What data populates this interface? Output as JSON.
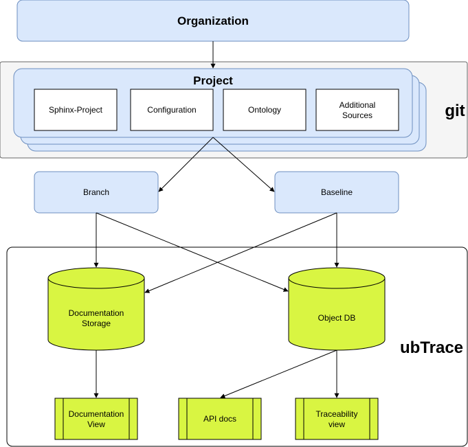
{
  "diagram": {
    "organization": "Organization",
    "git_label": "git",
    "project": {
      "title": "Project",
      "components": [
        "Sphinx-Project",
        "Configuration",
        "Ontology",
        "Additional Sources"
      ]
    },
    "refs": {
      "branch": "Branch",
      "baseline": "Baseline"
    },
    "ubtrace_label": "ubTrace",
    "stores": {
      "documentation_storage": "Documentation Storage",
      "object_db": "Object DB"
    },
    "views": {
      "documentation_view": "Documentation View",
      "api_docs": "API docs",
      "traceability_view": "Traceability view"
    }
  },
  "colors": {
    "blue_fill": "#dae8fc",
    "blue_stroke": "#6c8ebf",
    "green_fill": "#d9f542",
    "git_fill": "#f5f5f5",
    "git_stroke": "#666666"
  }
}
